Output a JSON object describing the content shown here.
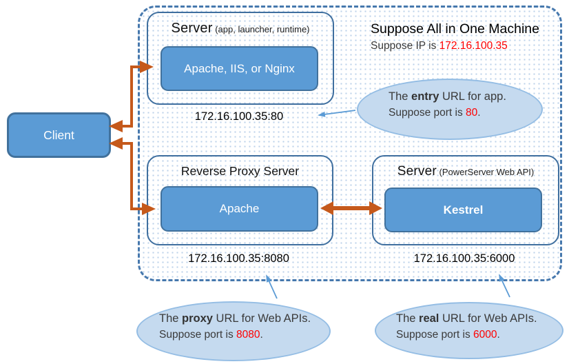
{
  "colors": {
    "node_fill": "#5b9bd5",
    "node_border": "#41719c",
    "container_dash": "#4678ad",
    "callout_fill": "#c5daef",
    "callout_border": "#94bde4",
    "arrow_orange": "#c5591b",
    "arrow_blue": "#5b9bd5",
    "highlight_red": "#ff0000"
  },
  "client": {
    "label": "Client"
  },
  "machine_note": {
    "title": "Suppose All in One Machine",
    "ip_prefix": "Suppose IP is ",
    "ip": "172.16.100.35"
  },
  "servers": {
    "app": {
      "title": "Server",
      "subtitle": " (app, launcher, runtime)",
      "inner_label": "Apache, IIS, or Nginx",
      "address": "172.16.100.35:80"
    },
    "proxy": {
      "title": "Reverse Proxy Server",
      "inner_label": "Apache",
      "address": "172.16.100.35:8080"
    },
    "api": {
      "title": "Server",
      "subtitle": " (PowerServer Web API)",
      "inner_label": "Kestrel",
      "address": "172.16.100.35:6000"
    }
  },
  "callouts": {
    "entry": {
      "prefix": "The ",
      "keyword": "entry",
      "suffix": " URL for app.",
      "port_prefix": "Suppose port is ",
      "port": "80",
      "period": "."
    },
    "proxy": {
      "prefix": "The ",
      "keyword": "proxy",
      "suffix": " URL for Web APIs.",
      "port_prefix": "Suppose port is ",
      "port": "8080",
      "period": "."
    },
    "real": {
      "prefix": "The ",
      "keyword": "real",
      "suffix": " URL for Web APIs.",
      "port_prefix": "Suppose port is ",
      "port": "6000",
      "period": "."
    }
  }
}
